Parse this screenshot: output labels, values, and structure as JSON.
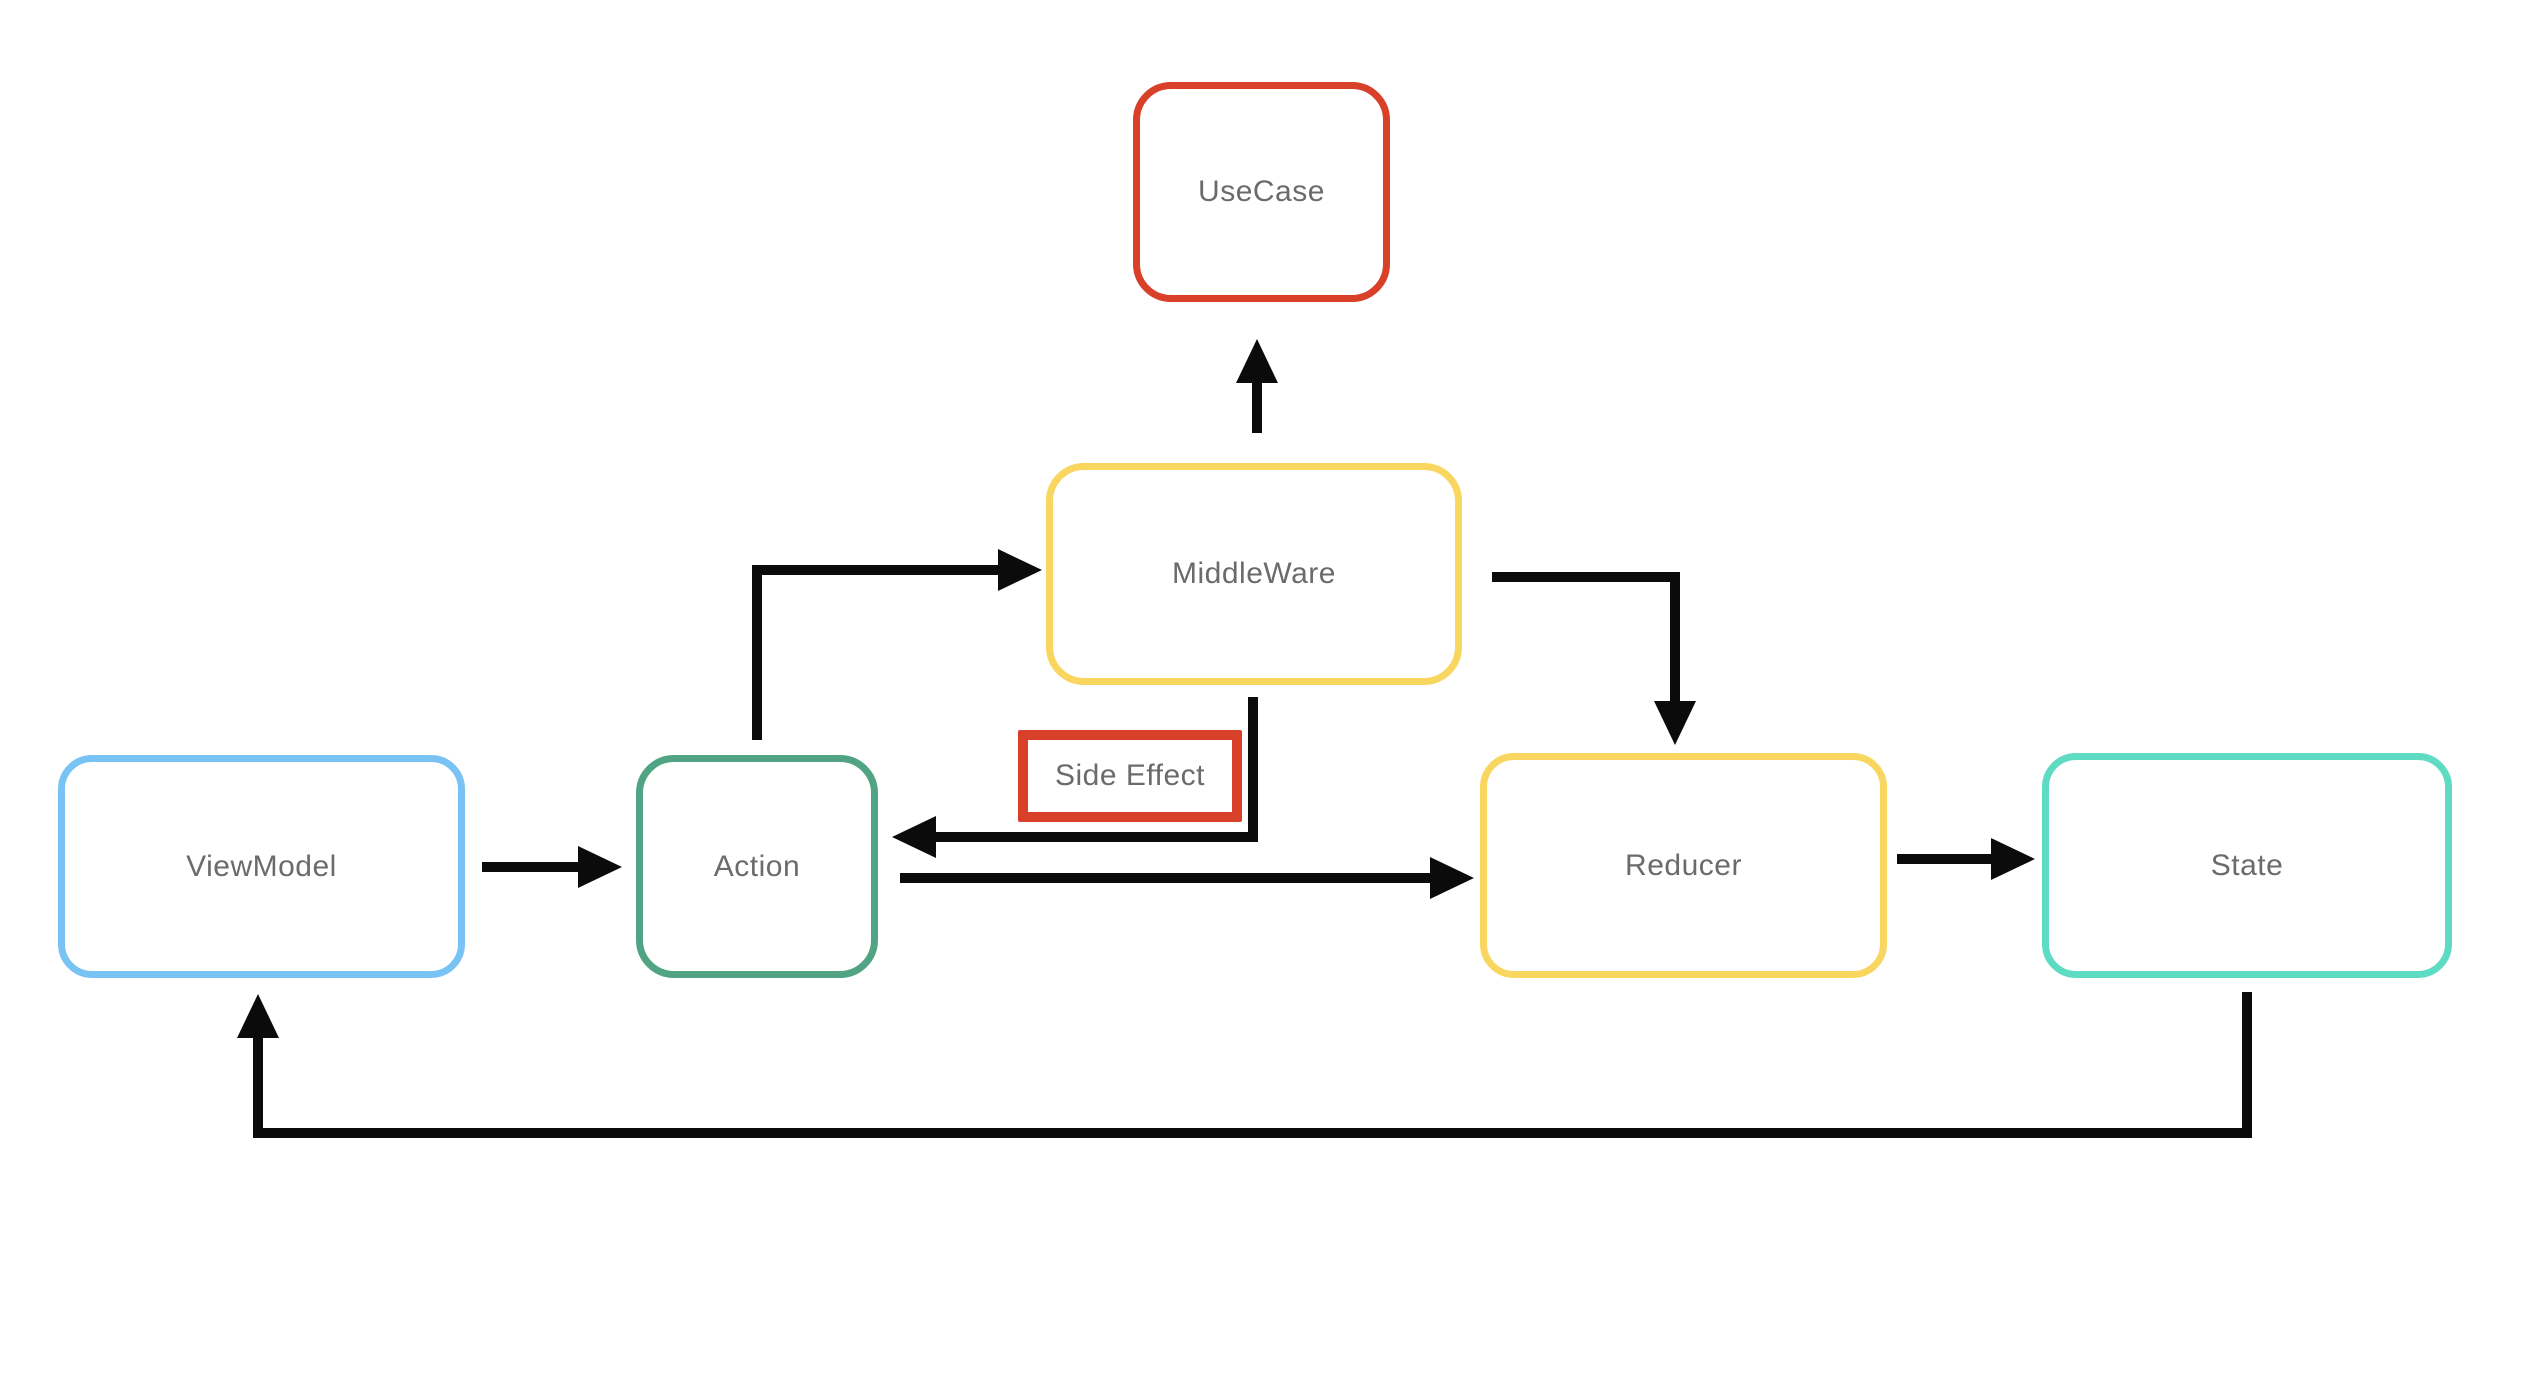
{
  "diagram": {
    "title": "Unidirectional data flow architecture diagram",
    "background_color": "#FFFFFF",
    "text_color": "#6B6B6B",
    "line_color": "#0B0B0B",
    "nodes": {
      "viewmodel": {
        "label": "ViewModel",
        "border_color": "#79C2F4"
      },
      "action": {
        "label": "Action",
        "border_color": "#50A483"
      },
      "middleware": {
        "label": "MiddleWare",
        "border_color": "#F8D65F"
      },
      "usecase": {
        "label": "UseCase",
        "border_color": "#D8402A"
      },
      "sideeffect": {
        "label": "Side Effect",
        "border_color": "#D8402A"
      },
      "reducer": {
        "label": "Reducer",
        "border_color": "#F8D65F"
      },
      "state": {
        "label": "State",
        "border_color": "#5EDCC3"
      }
    },
    "edges": [
      {
        "from": "ViewModel",
        "to": "Action"
      },
      {
        "from": "Action",
        "to": "MiddleWare"
      },
      {
        "from": "MiddleWare",
        "to": "UseCase"
      },
      {
        "from": "MiddleWare",
        "to": "Action",
        "via": "Side Effect"
      },
      {
        "from": "Action",
        "to": "Reducer"
      },
      {
        "from": "MiddleWare",
        "to": "Reducer"
      },
      {
        "from": "Reducer",
        "to": "State"
      },
      {
        "from": "State",
        "to": "ViewModel"
      }
    ]
  }
}
